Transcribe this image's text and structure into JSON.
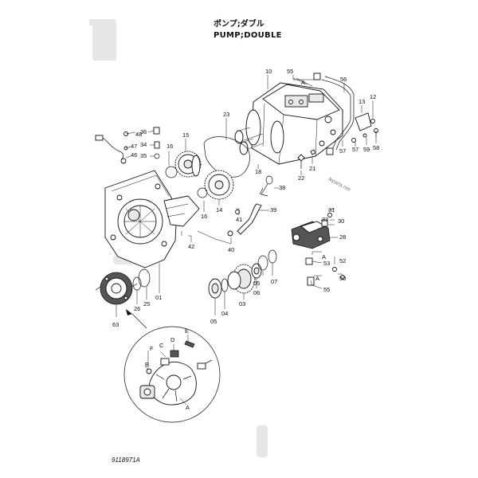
{
  "title": {
    "jp": "ポンプ;ダブル",
    "en": "PUMP;DOUBLE"
  },
  "drawing_number": "9118971A",
  "watermark": "ikparts.net",
  "callouts": {
    "p10": "10",
    "p55a": "55",
    "pA_top": "A",
    "p56": "56",
    "p13": "13",
    "p12": "12",
    "p23": "23",
    "p15": "15",
    "p36": "36",
    "p48": "48",
    "p47": "47",
    "p46": "46",
    "p16a": "16",
    "p34": "34",
    "p35": "35",
    "p18": "18",
    "p22": "22",
    "p21": "21",
    "p57a": "57",
    "p57b": "57",
    "p59": "59",
    "p58": "58",
    "p38": "38",
    "p14": "14",
    "p41": "41",
    "p16b": "16",
    "p39": "39",
    "p32": "32",
    "p31": "31",
    "p30": "30",
    "p42": "42",
    "p40": "40",
    "p28": "28",
    "p52": "52",
    "p53": "53",
    "pA_mid": "A",
    "pA_low": "A",
    "p50": "50",
    "p55b": "55",
    "p25": "25",
    "p26": "26",
    "p01": "01",
    "p06": "06",
    "p07": "07",
    "p05a": "05",
    "p04": "04",
    "p03": "03",
    "p05b": "05",
    "p63": "63",
    "dA": "A",
    "dB": "B",
    "dC": "C",
    "dD": "D",
    "dE": "E",
    "dF": "F"
  }
}
